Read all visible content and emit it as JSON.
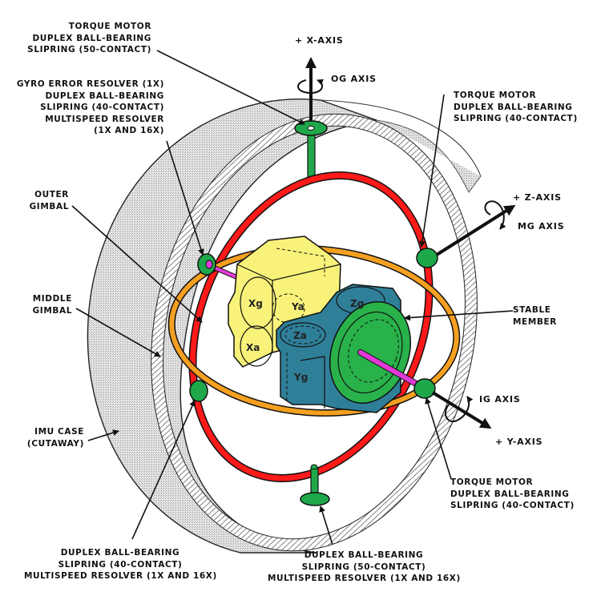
{
  "diagram": {
    "subject": "Inertial Measurement Unit gimbal assembly",
    "colors": {
      "outer_gimbal": "#ff1a1a",
      "middle_gimbal": "#f5a020",
      "bearing": "#1fa84a",
      "shaft": "#e23ad8",
      "accel_block": "#f8f27a",
      "gyro_block": "#2f7f99",
      "green_disc": "#29b24a",
      "case_shade": "#d4d4d4"
    },
    "axes": {
      "x_axis": "+ X-AXIS",
      "og_axis": "OG AXIS",
      "z_axis": "+ Z-AXIS",
      "mg_axis": "MG AXIS",
      "ig_axis": "IG AXIS",
      "y_axis": "+ Y-AXIS"
    },
    "block_labels": {
      "xg": "Xg",
      "ya": "Ya",
      "xa": "Xa",
      "zg": "Zg",
      "za": "Za",
      "yg": "Yg"
    },
    "callouts": {
      "top_left_1": [
        "TORQUE MOTOR",
        "DUPLEX BALL-BEARING",
        "SLIPRING (50-CONTACT)"
      ],
      "top_left_2": [
        "GYRO ERROR RESOLVER (1X)",
        "DUPLEX BALL-BEARING",
        "SLIPRING (40-CONTACT)",
        "MULTISPEED RESOLVER",
        "(1X AND 16X)"
      ],
      "top_right": [
        "TORQUE MOTOR",
        "DUPLEX BALL-BEARING",
        "SLIPRING   (40-CONTACT)"
      ],
      "outer_gimbal": [
        "OUTER",
        "GIMBAL"
      ],
      "middle_gimbal": [
        "MIDDLE",
        "GIMBAL"
      ],
      "stable_member": [
        "STABLE",
        "MEMBER"
      ],
      "imu_case": [
        "IMU CASE",
        "(CUTAWAY)"
      ],
      "bottom_right": [
        "TORQUE MOTOR",
        "DUPLEX BALL-BEARING",
        "SLIPRING   (40-CONTACT)"
      ],
      "bottom_left": [
        "DUPLEX BALL-BEARING",
        "SLIPRING (40-CONTACT)",
        "MULTISPEED RESOLVER (1X AND 16X)"
      ],
      "bottom_center": [
        "DUPLEX BALL-BEARING",
        "SLIPRING (50-CONTACT)",
        "MULTISPEED RESOLVER (1X AND 16X)"
      ]
    }
  }
}
